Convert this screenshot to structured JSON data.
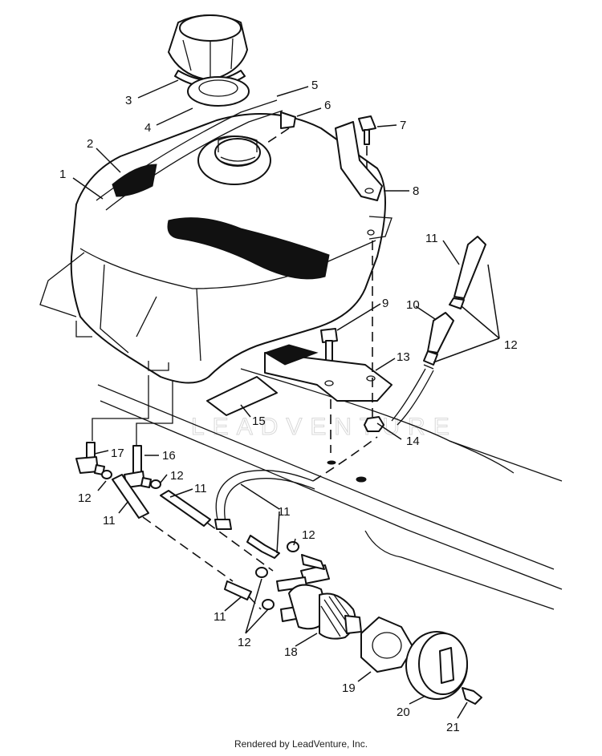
{
  "footer": "Rendered by LeadVenture, Inc.",
  "watermark": "LEADVENTURE",
  "callouts": [
    {
      "id": "c1",
      "text": "1"
    },
    {
      "id": "c2",
      "text": "2"
    },
    {
      "id": "c3",
      "text": "3"
    },
    {
      "id": "c4",
      "text": "4"
    },
    {
      "id": "c5",
      "text": "5"
    },
    {
      "id": "c6",
      "text": "6"
    },
    {
      "id": "c7",
      "text": "7"
    },
    {
      "id": "c8",
      "text": "8"
    },
    {
      "id": "c9",
      "text": "9"
    },
    {
      "id": "c10",
      "text": "10"
    },
    {
      "id": "c11a",
      "text": "11"
    },
    {
      "id": "c12a",
      "text": "12"
    },
    {
      "id": "c13",
      "text": "13"
    },
    {
      "id": "c14",
      "text": "14"
    },
    {
      "id": "c15",
      "text": "15"
    },
    {
      "id": "c16",
      "text": "16"
    },
    {
      "id": "c17",
      "text": "17"
    },
    {
      "id": "c12b",
      "text": "12"
    },
    {
      "id": "c12c",
      "text": "12"
    },
    {
      "id": "c11b",
      "text": "11"
    },
    {
      "id": "c11c",
      "text": "11"
    },
    {
      "id": "c11d",
      "text": "11"
    },
    {
      "id": "c12d",
      "text": "12"
    },
    {
      "id": "c11e",
      "text": "11"
    },
    {
      "id": "c12e",
      "text": "12"
    },
    {
      "id": "c18",
      "text": "18"
    },
    {
      "id": "c19",
      "text": "19"
    },
    {
      "id": "c20",
      "text": "20"
    },
    {
      "id": "c21",
      "text": "21"
    }
  ]
}
